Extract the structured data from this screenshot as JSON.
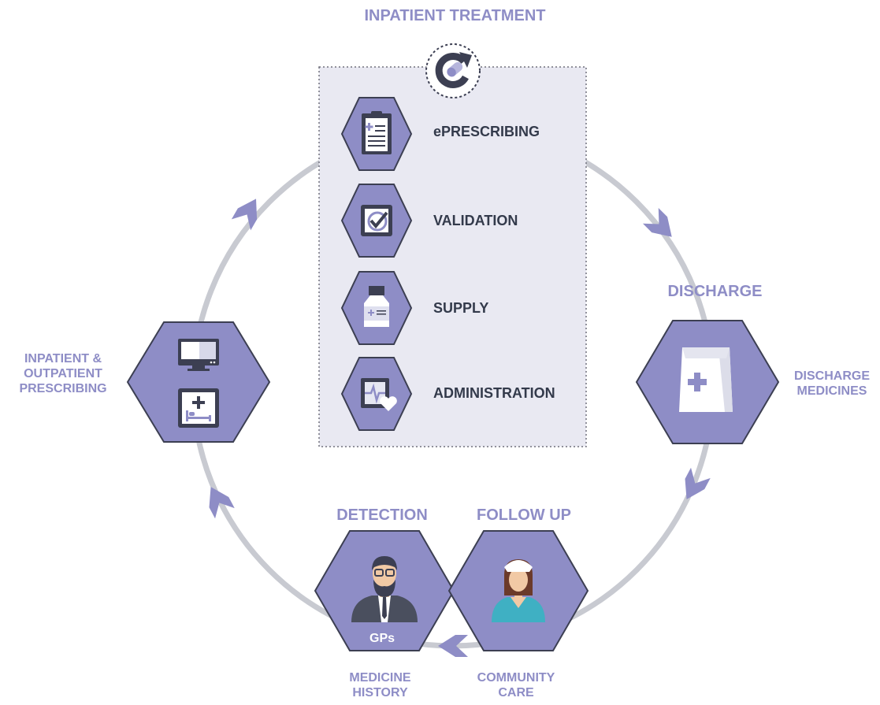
{
  "titles": {
    "inpatient_treatment": "INPATIENT TREATMENT",
    "discharge": "DISCHARGE",
    "detection": "DETECTION",
    "follow_up": "FOLLOW UP"
  },
  "steps": [
    "ePRESCRIBING",
    "VALIDATION",
    "SUPPLY",
    "ADMINISTRATION"
  ],
  "node_labels": {
    "prescribing_line1": "INPATIENT &",
    "prescribing_line2": "OUTPATIENT",
    "prescribing_line3": "PRESCRIBING",
    "discharge_line1": "DISCHARGE",
    "discharge_line2": "MEDICINES",
    "history_line1": "MEDICINE",
    "history_line2": "HISTORY",
    "community_line1": "COMMUNITY",
    "community_line2": "CARE",
    "gps": "GPs"
  },
  "icons": {
    "cycle": "refresh-pill-icon",
    "eprescribing": "clipboard-icon",
    "validation": "checkbox-icon",
    "supply": "medicine-bottle-icon",
    "administration": "heart-monitor-icon",
    "computer": "computer-monitor-icon",
    "bed": "hospital-bed-icon",
    "discharge": "medicine-bag-icon",
    "gp": "doctor-icon",
    "nurse": "nurse-icon"
  },
  "colors": {
    "accent": "#8e8dc6",
    "hexagon_fill": "#8e8dc6",
    "hexagon_stroke": "#3c3f52",
    "ring": "#c8cad1",
    "panel": "#e9e9f2",
    "text_dark": "#333a4b"
  }
}
